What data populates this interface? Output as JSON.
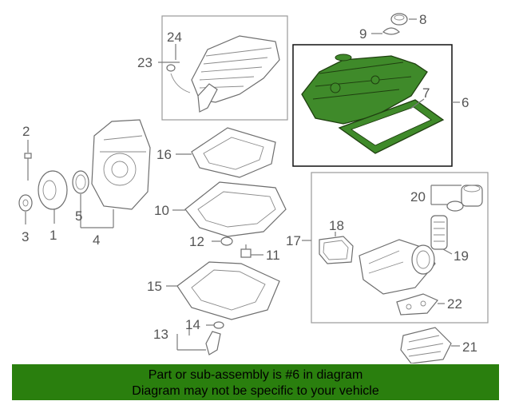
{
  "colors": {
    "highlight": "#3f8a2a",
    "footer_bg": "#2a7f0e",
    "label": "#555555",
    "outline": "#6e6e6e"
  },
  "callouts": {
    "c1": "1",
    "c2": "2",
    "c3": "3",
    "c4": "4",
    "c5": "5",
    "c6": "6",
    "c7": "7",
    "c8": "8",
    "c9": "9",
    "c10": "10",
    "c11": "11",
    "c12": "12",
    "c13": "13",
    "c14": "14",
    "c15": "15",
    "c16": "16",
    "c17": "17",
    "c18": "18",
    "c19": "19",
    "c20": "20",
    "c21": "21",
    "c22": "22",
    "c23": "23",
    "c24": "24"
  },
  "footer": {
    "line1": "Part or sub-assembly is #6 in diagram",
    "line2": "Diagram may not be specific to your vehicle"
  }
}
